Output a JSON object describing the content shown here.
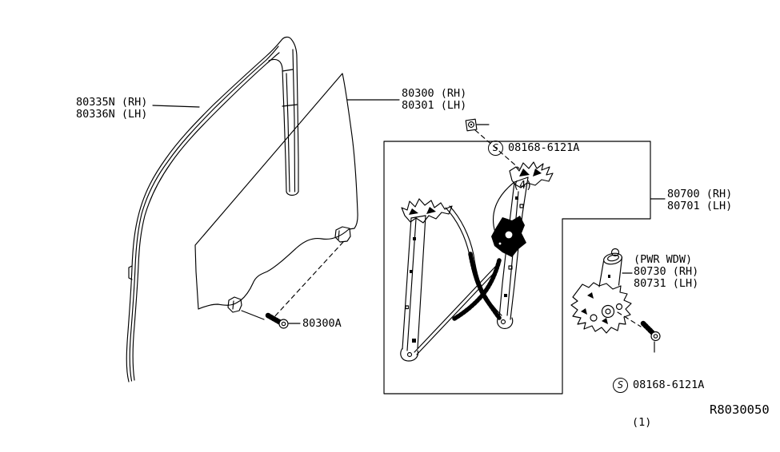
{
  "diagram": {
    "ref_code": "R8030050",
    "colors": {
      "line": "#000000",
      "background": "#ffffff"
    },
    "labels": {
      "glass_run_channel": {
        "line1": "80335N (RH)",
        "line2": "80336N (LH)"
      },
      "door_glass": {
        "line1": "80300 (RH)",
        "line2": "80301 (LH)"
      },
      "window_regulator": {
        "line1": "80700 (RH)",
        "line2": "80701 (LH)"
      },
      "motor": {
        "note": "(PWR WDW)",
        "line1": "80730 (RH)",
        "line2": "80731 (LH)"
      },
      "glass_bolt": {
        "part": "80300A"
      },
      "regulator_bolt": {
        "symbol": "S",
        "part": "08168-6121A",
        "qty": "(4)"
      },
      "motor_screw": {
        "symbol": "S",
        "part": "08168-6121A",
        "qty": "(1)"
      }
    }
  }
}
